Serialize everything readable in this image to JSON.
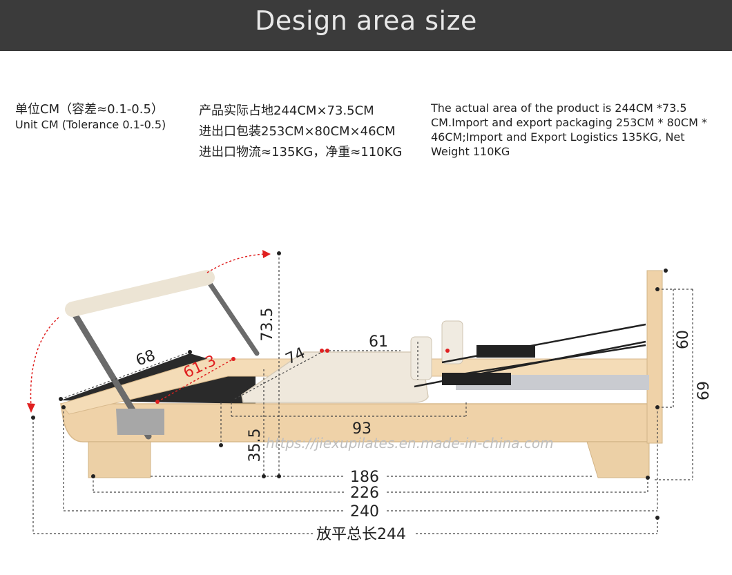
{
  "header": {
    "title": "Design area size"
  },
  "unit": {
    "cn": "单位CM（容差≈0.1-0.5）",
    "en": "Unit CM (Tolerance 0.1-0.5)"
  },
  "specs_cn": [
    "产品实际占地244CM×73.5CM",
    "进出口包装253CM×80CM×46CM",
    "进出口物流≈135KG，净重≈110KG"
  ],
  "specs_en": "The actual area of the product is 244CM *73.5 CM.Import and export packaging 253CM * 80CM * 46CM;Import and Export Logistics 135KG, Net Weight 110KG",
  "dimensions": {
    "height_total": "73.5",
    "width_carriage": "68",
    "diag_red": "61.3",
    "diag_74": "74",
    "carriage_61": "61",
    "span_93": "93",
    "height_35": "35.5",
    "footbar_60": "60",
    "height_69": "69",
    "len_186": "186",
    "len_226": "226",
    "len_240": "240",
    "len_total": "放平总长244"
  },
  "watermark": "https://jiexupilates.en.made-in-china.com",
  "colors": {
    "header_bg": "#3b3b3b",
    "wood": "#f1d7b0",
    "accent_red": "#e02020"
  }
}
